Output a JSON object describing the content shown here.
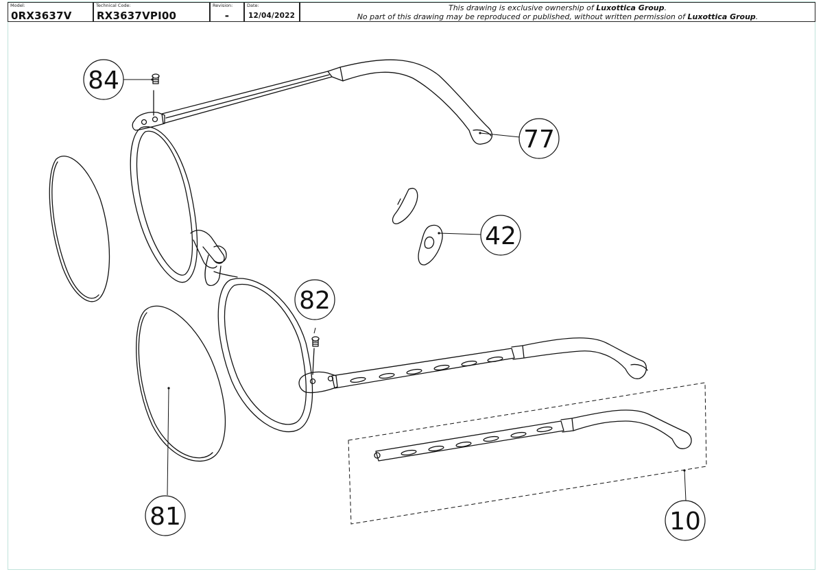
{
  "title_block": {
    "model_label": "Model:",
    "model_value": "0RX3637V",
    "technical_code_label": "Technical Code:",
    "technical_code_value": "RX3637VPI00",
    "revision_label": "Revision:",
    "revision_value": "-",
    "date_label": "Date:",
    "date_value": "12/04/2022"
  },
  "notice": {
    "line1_prefix": "This drawing is exclusive ownership of ",
    "line1_company": "Luxottica Group",
    "line1_suffix": ".",
    "line2_prefix": "No part of this drawing may be reproduced or published, without written permission of ",
    "line2_company": "Luxottica Group",
    "line2_suffix": "."
  },
  "callouts": {
    "c84": "84",
    "c77": "77",
    "c42": "42",
    "c82": "82",
    "c81": "81",
    "c10": "10"
  }
}
